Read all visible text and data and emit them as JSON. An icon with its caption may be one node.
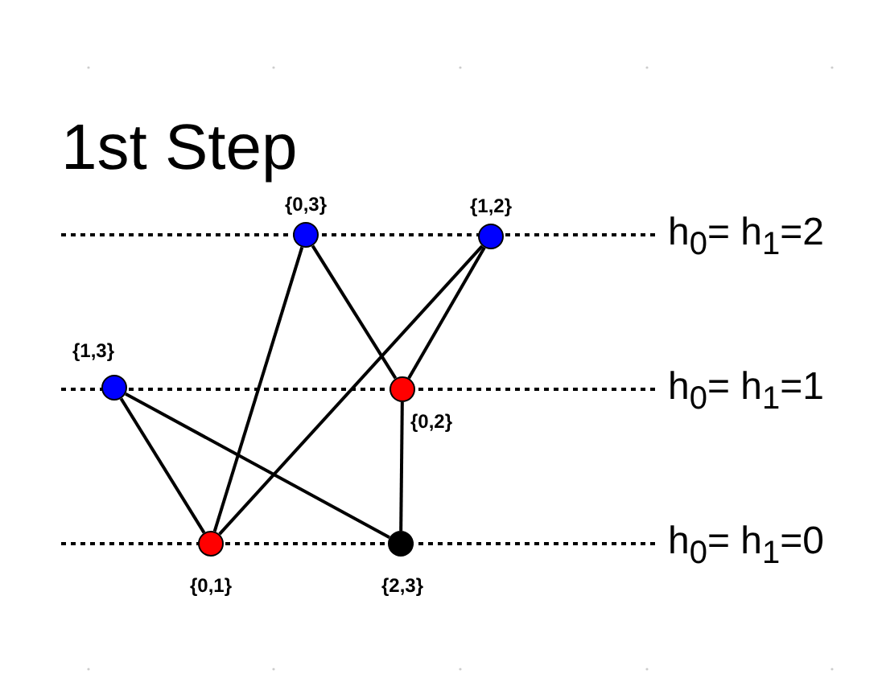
{
  "diagram": {
    "title": "1st Step",
    "nodes": [
      {
        "text": [],
        "shape": "circle",
        "beside": [
          "{0,3}"
        ]
      },
      {
        "text": [],
        "shape": "circle",
        "beside": [
          "{1,2}"
        ]
      },
      {
        "text": [],
        "shape": "circle",
        "beside": [
          "{1,3}"
        ]
      },
      {
        "text": [],
        "shape": "circle",
        "beside": [
          "{0,2}"
        ]
      },
      {
        "text": [],
        "shape": "circle",
        "beside": [
          "{0,1}"
        ]
      },
      {
        "text": [],
        "shape": "circle",
        "beside": [
          "{2,3}"
        ]
      }
    ],
    "edges": [
      {
        "from": 0,
        "to": 4,
        "arrow": "none"
      },
      {
        "from": 0,
        "to": 3,
        "arrow": "none"
      },
      {
        "from": 1,
        "to": 4,
        "arrow": "none"
      },
      {
        "from": 1,
        "to": 3,
        "arrow": "none"
      },
      {
        "from": 2,
        "to": 4,
        "arrow": "none"
      },
      {
        "from": 2,
        "to": 5,
        "arrow": "none"
      },
      {
        "from": 3,
        "to": 5,
        "arrow": "none"
      }
    ],
    "labels": [
      "h$_{0}$= h$_{1}$=2",
      "h$_{0}$= h$_{1}$=1",
      "h$_{0}$= h$_{1}$=0"
    ]
  }
}
